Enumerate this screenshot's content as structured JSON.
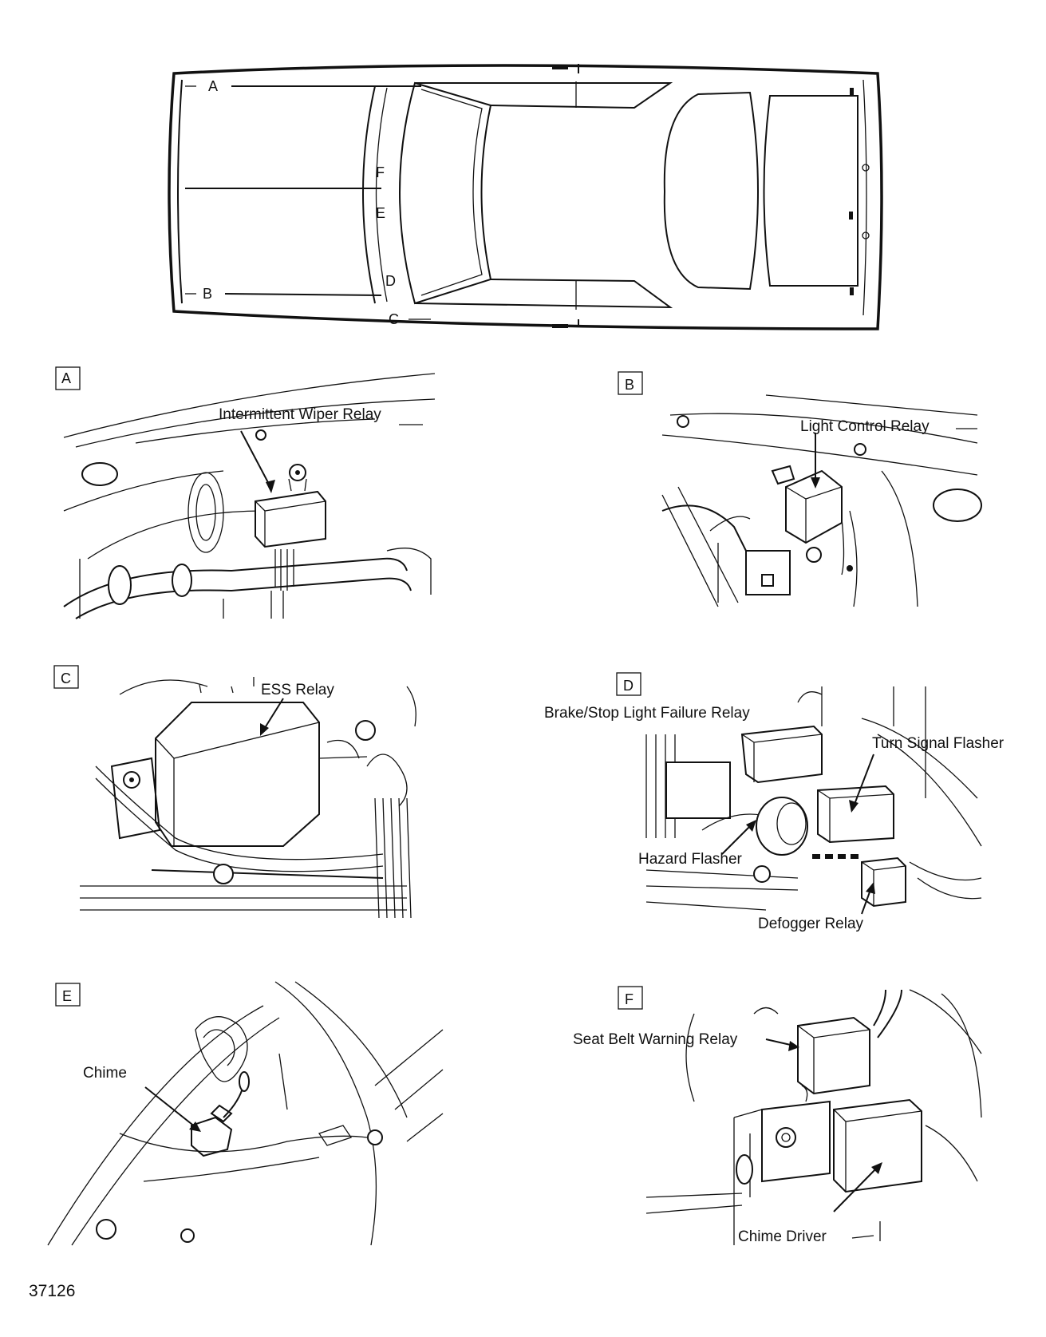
{
  "car_overview": {
    "points": [
      "A",
      "B",
      "C",
      "D",
      "E",
      "F"
    ]
  },
  "panels": [
    {
      "id": "A",
      "callouts": [
        "Intermittent Wiper Relay"
      ]
    },
    {
      "id": "B",
      "callouts": [
        "Light Control Relay"
      ]
    },
    {
      "id": "C",
      "callouts": [
        "ESS Relay"
      ]
    },
    {
      "id": "D",
      "callouts": [
        "Brake/Stop Light Failure Relay",
        "Turn Signal Flasher",
        "Hazard Flasher",
        "Defogger Relay"
      ]
    },
    {
      "id": "E",
      "callouts": [
        "Chime"
      ]
    },
    {
      "id": "F",
      "callouts": [
        "Seat Belt Warning Relay",
        "Chime Driver"
      ]
    }
  ],
  "figure_number": "37126"
}
